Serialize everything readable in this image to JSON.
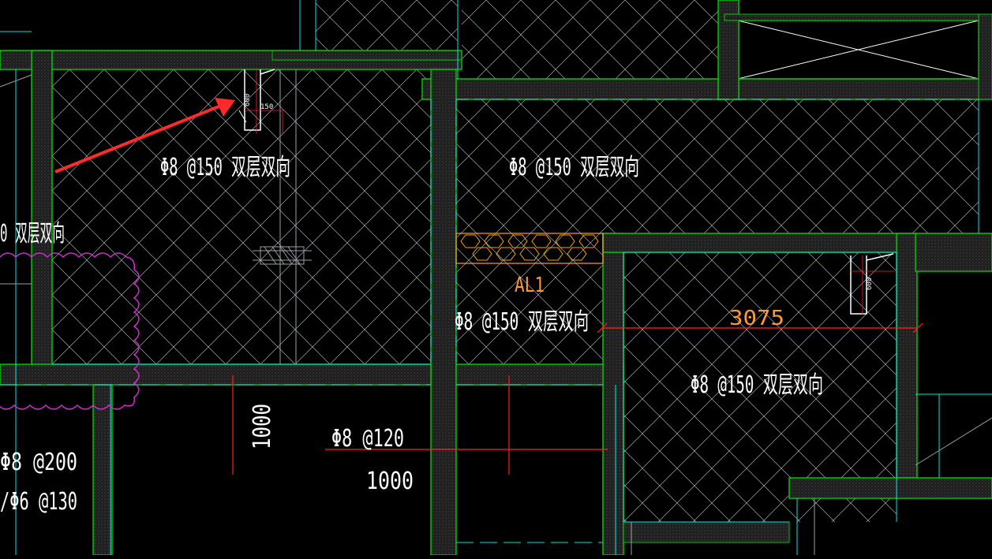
{
  "drawing": {
    "background": "#000000",
    "colors": {
      "wall": "#00c400",
      "wall_fill": "#2a2a2a",
      "hatch": "#c8d0d8",
      "slab_edge": "#00e5e5",
      "dim": "#ff2222",
      "beam": "#ffa500",
      "cloud": "#d22cd2",
      "arrow": "#ff2a2a",
      "text": "#ffffff",
      "text_orange": "#ff9933"
    },
    "slab_labels": [
      {
        "id": "slab-1",
        "text": "Φ8 @150 双层双向"
      },
      {
        "id": "slab-2",
        "text": "Φ8 @150 双层双向"
      },
      {
        "id": "slab-3",
        "text": "Φ8 @150 双层双向"
      },
      {
        "id": "slab-4",
        "text": "Φ8 @150 双层双向"
      },
      {
        "id": "slab-left",
        "text": "0 双层双向"
      }
    ],
    "rebar_labels": [
      {
        "id": "rebar-120",
        "text": "Φ8 @120"
      },
      {
        "id": "rebar-200",
        "text": "Φ8 @200"
      },
      {
        "id": "rebar-130",
        "text": "/Φ6 @130"
      }
    ],
    "dimensions": [
      {
        "id": "dim-1000-vertical",
        "text": "1000"
      },
      {
        "id": "dim-1000-horizontal",
        "text": "1000"
      },
      {
        "id": "dim-3075",
        "text": "3075"
      }
    ],
    "beam_label": "AL1",
    "detail_dims": {
      "d1": "600",
      "d2": "150",
      "d3": "600"
    }
  }
}
